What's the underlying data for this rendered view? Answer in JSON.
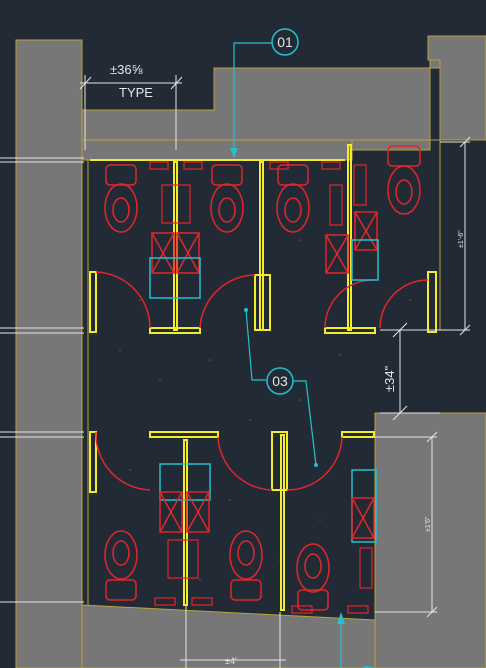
{
  "plan": {
    "colors": {
      "background": "#212a35",
      "wall_fill": "#777777",
      "wall_edge": "#b8a23c",
      "partition": "#f2ec2a",
      "fixture": "#e4262a",
      "door_swing": "#e4262a",
      "leader": "#21c3cf",
      "dimension": "#e6e6e6",
      "accessory": "#21c3cf"
    },
    "callouts": {
      "tag_01": "01",
      "tag_03": "03"
    },
    "dimensions": {
      "stall_width_text": "±36⅝",
      "stall_width_note": "TYPE",
      "aisle_text": "±34\"",
      "side_height_upper": "±1'-6\"",
      "side_height_lower": "±1'6\"",
      "bottom_width": "±4'"
    },
    "icons": {
      "wc": "toilet-icon",
      "lavatory": "sink-icon",
      "door": "door-swing-icon",
      "tag": "callout-tag-icon"
    }
  }
}
